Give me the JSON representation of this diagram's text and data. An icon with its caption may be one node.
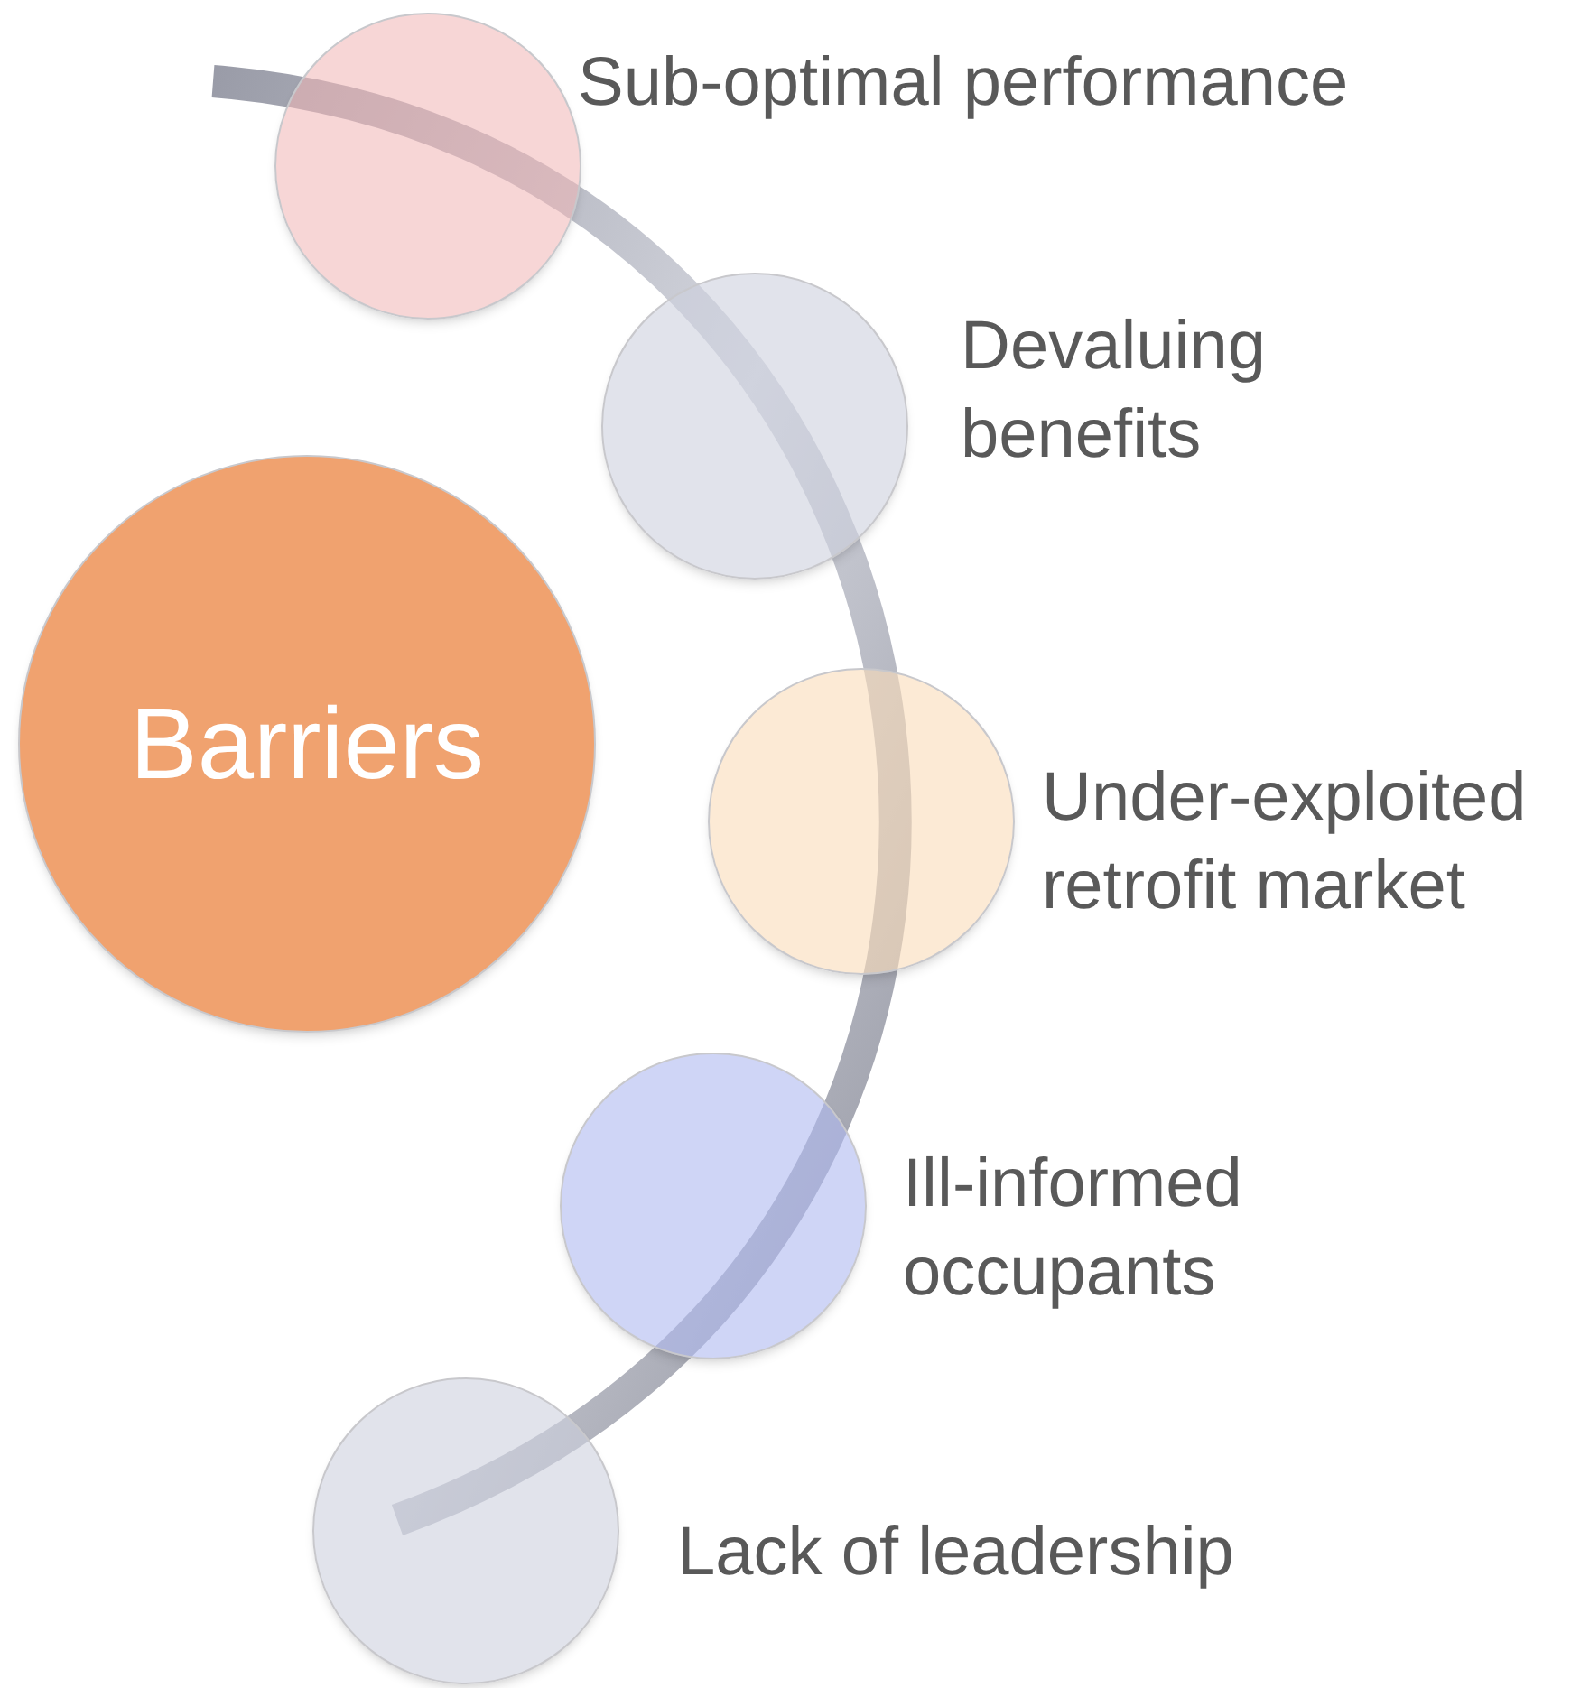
{
  "diagram": {
    "nodes": [
      {
        "text": [
          "Barriers"
        ]
      },
      {
        "text": [],
        "shape": "circle",
        "beside": [
          "Sub-optimal performance"
        ]
      },
      {
        "text": [],
        "shape": "circle",
        "beside": [
          "Devaluing benefits"
        ]
      },
      {
        "text": [],
        "shape": "circle",
        "beside": [
          "Under-exploited retrofit market"
        ]
      },
      {
        "text": [],
        "shape": "circle",
        "beside": [
          "Ill-informed occupants"
        ]
      },
      {
        "text": [],
        "shape": "circle",
        "beside": [
          "Lack of leadership"
        ]
      }
    ]
  }
}
